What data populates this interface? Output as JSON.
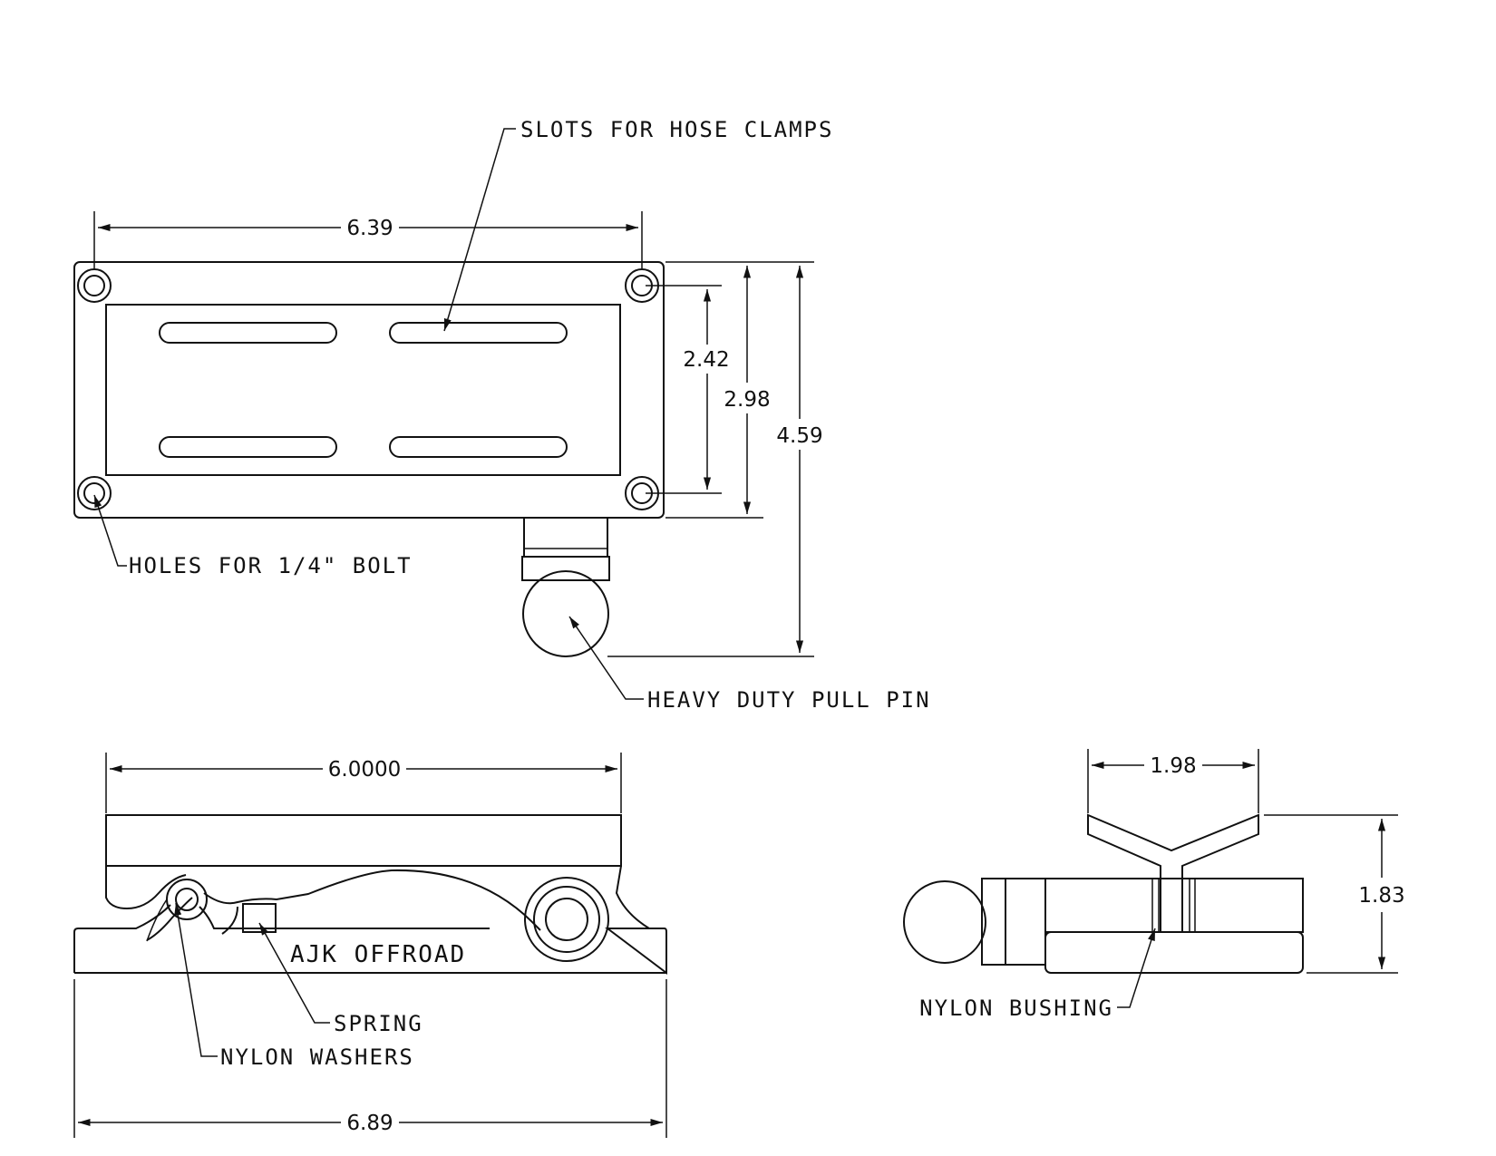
{
  "labels": {
    "slots": "SLOTS FOR HOSE CLAMPS",
    "holes": "HOLES FOR 1/4\" BOLT",
    "pull_pin": "HEAVY DUTY PULL PIN",
    "brand": "AJK OFFROAD",
    "spring": "SPRING",
    "washers": "NYLON WASHERS",
    "bushing": "NYLON BUSHING"
  },
  "dimensions": {
    "top_width": "6.39",
    "hole_spacing": "2.42",
    "plate_height": "2.98",
    "overall_height": "4.59",
    "side_length": "6.0000",
    "base_length": "6.89",
    "end_width": "1.98",
    "end_height": "1.83"
  }
}
